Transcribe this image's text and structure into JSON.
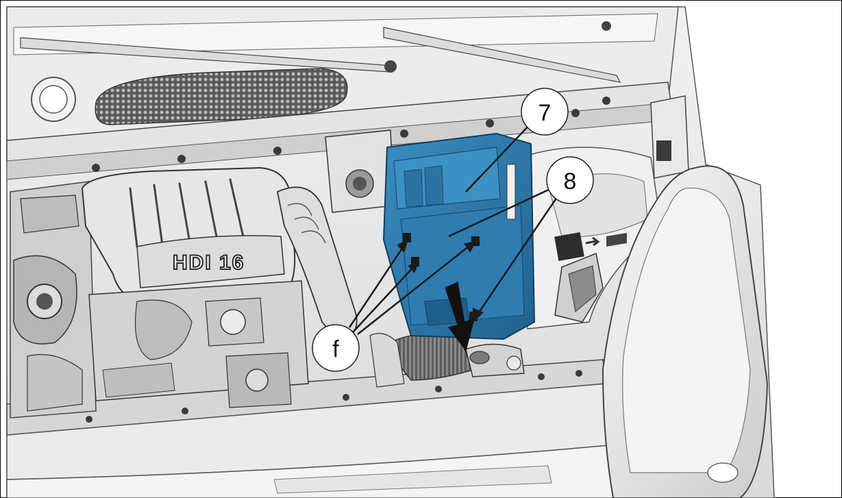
{
  "diagram": {
    "engine_cover_label": "HDI 16",
    "callouts": [
      {
        "id": "c7",
        "label": "7"
      },
      {
        "id": "c8",
        "label": "8"
      },
      {
        "id": "cf",
        "label": "f"
      }
    ],
    "colors": {
      "battery_cover": "#2f7fb3",
      "battery_cover_dark": "#1e5f8c",
      "engine_bay_light": "#eeeeee",
      "engine_bay_mid": "#cfcfcf",
      "line": "#3a3a3a"
    }
  }
}
